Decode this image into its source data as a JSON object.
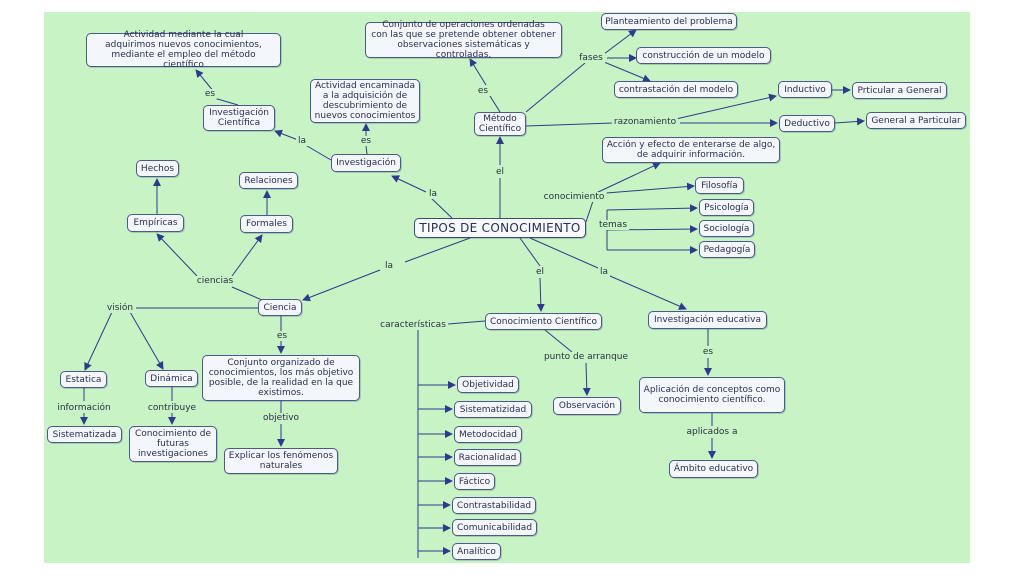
{
  "colors": {
    "background": "#c8f3c4",
    "node_fill": "#f3f6fb",
    "edge": "#2e3a8c",
    "text": "#2a2f55"
  },
  "nodes": {
    "root": "TIPOS DE CONOCIMIENTO",
    "actividad_def": "Actividad mediante la cual\nadquirimos nuevos conocimientos,\nmediante el empleo del método científico",
    "inv_cientifica": "Investigación\nCientífica",
    "actividad_enc": "Actividad encaminada\na la adquisición de\ndescubrimiento de\nnuevos conocimientos",
    "investigacion": "Investigación",
    "conj_operaciones": "Conjunto de operaciones ordenadas\ncon las que se pretende obtener obtener\nobservaciones sistemáticas y controladas.",
    "metodo": "Método\nCientífico",
    "planteamiento": "Planteamiento del problema",
    "construccion": "construcción de un modelo",
    "contrastacion": "contrastación del modelo",
    "inductivo": "Inductivo",
    "particular_general": "Prticular a General",
    "deductivo": "Deductivo",
    "general_particular": "General a Particular",
    "accion_efecto": "Acción y efecto de enterarse de algo,\nde adquirir información.",
    "filosofia": "Filosofía",
    "psicologia": "Psicología",
    "sociologia": "Sociología",
    "pedagogia": "Pedagogía",
    "hechos": "Hechos",
    "relaciones": "Relaciones",
    "empiricas": "Empíricas",
    "formales": "Formales",
    "ciencia": "Ciencia",
    "estatica": "Estatica",
    "dinamica": "Dinámica",
    "sistematizada": "Sistematizada",
    "conocimiento_futuras": "Conocimiento de\nfuturas\ninvestigaciones",
    "conjunto_organizado": "Conjunto organizado de\nconocimientos, los más objetivo\nposible, de la realidad en la que\nexistimos.",
    "explicar": "Explicar los fenómenos\nnaturales",
    "conocimiento_cientifico": "Conocimiento Científico",
    "objetividad": "Objetividad",
    "sistematizidad": "Sistematizidad",
    "metodocidad": "Metodocidad",
    "racionalidad": "Racionalidad",
    "factico": "Fáctico",
    "contrastabilidad": "Contrastabilidad",
    "comunicabilidad": "Comunicabilidad",
    "analitico": "Analítico",
    "observacion": "Observación",
    "inv_educativa": "Investigación educativa",
    "aplicacion": "Aplicación de conceptos como\nconocimiento científico.",
    "ambito": "Ámbito educativo"
  },
  "labels": {
    "es_1": "es",
    "la_1": "la",
    "es_2": "es",
    "la_2": "la",
    "es_3": "es",
    "el_1": "el",
    "fases": "fases",
    "razonamiento": "razonamiento",
    "conocimiento": "conocimiento",
    "temas": "temas",
    "la_3": "la",
    "ciencias": "ciencias",
    "vision": "visión",
    "es_4": "es",
    "informacion": "información",
    "contribuye": "contribuye",
    "objetivo": "objetivo",
    "el_2": "el",
    "caracteristicas": "características",
    "punto_arranque": "punto de arranque",
    "la_4": "la",
    "es_5": "es",
    "aplicados_a": "aplicados a"
  }
}
